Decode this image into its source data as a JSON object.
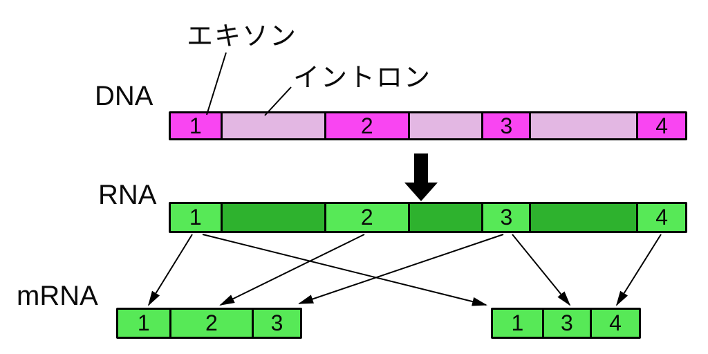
{
  "figure": {
    "callouts": {
      "exon_label": "エキソン",
      "intron_label": "イントロン"
    },
    "row_labels": {
      "dna": "DNA",
      "rna": "RNA",
      "mrna": "mRNA"
    },
    "dna": {
      "segments": [
        {
          "type": "exon",
          "label": "1"
        },
        {
          "type": "intron",
          "label": ""
        },
        {
          "type": "exon",
          "label": "2"
        },
        {
          "type": "intron",
          "label": ""
        },
        {
          "type": "exon",
          "label": "3"
        },
        {
          "type": "intron",
          "label": ""
        },
        {
          "type": "exon",
          "label": "4"
        }
      ]
    },
    "rna": {
      "segments": [
        {
          "type": "exon",
          "label": "1"
        },
        {
          "type": "intron",
          "label": ""
        },
        {
          "type": "exon",
          "label": "2"
        },
        {
          "type": "intron",
          "label": ""
        },
        {
          "type": "exon",
          "label": "3"
        },
        {
          "type": "intron",
          "label": ""
        },
        {
          "type": "exon",
          "label": "4"
        }
      ]
    },
    "mrna_left": {
      "segments": [
        {
          "label": "1"
        },
        {
          "label": "2"
        },
        {
          "label": "3"
        }
      ]
    },
    "mrna_right": {
      "segments": [
        {
          "label": "1"
        },
        {
          "label": "3"
        },
        {
          "label": "4"
        }
      ]
    },
    "splicing_arrows": [
      {
        "from": "rna-exon-1",
        "to": "mrna-left-segment-1"
      },
      {
        "from": "rna-exon-1",
        "to": "mrna-right-segment-1"
      },
      {
        "from": "rna-exon-2",
        "to": "mrna-left-segment-2"
      },
      {
        "from": "rna-exon-3",
        "to": "mrna-left-segment-3"
      },
      {
        "from": "rna-exon-3",
        "to": "mrna-right-segment-3"
      },
      {
        "from": "rna-exon-4",
        "to": "mrna-right-segment-4"
      }
    ]
  },
  "colors": {
    "exon-magenta": "#F945F2",
    "intron-pink": "#E3B7E3",
    "exon-green": "#57E957",
    "intron-green": "#2EB22E",
    "mrna-green": "#57E957",
    "outline": "#000000",
    "background": "#FFFFFF"
  }
}
